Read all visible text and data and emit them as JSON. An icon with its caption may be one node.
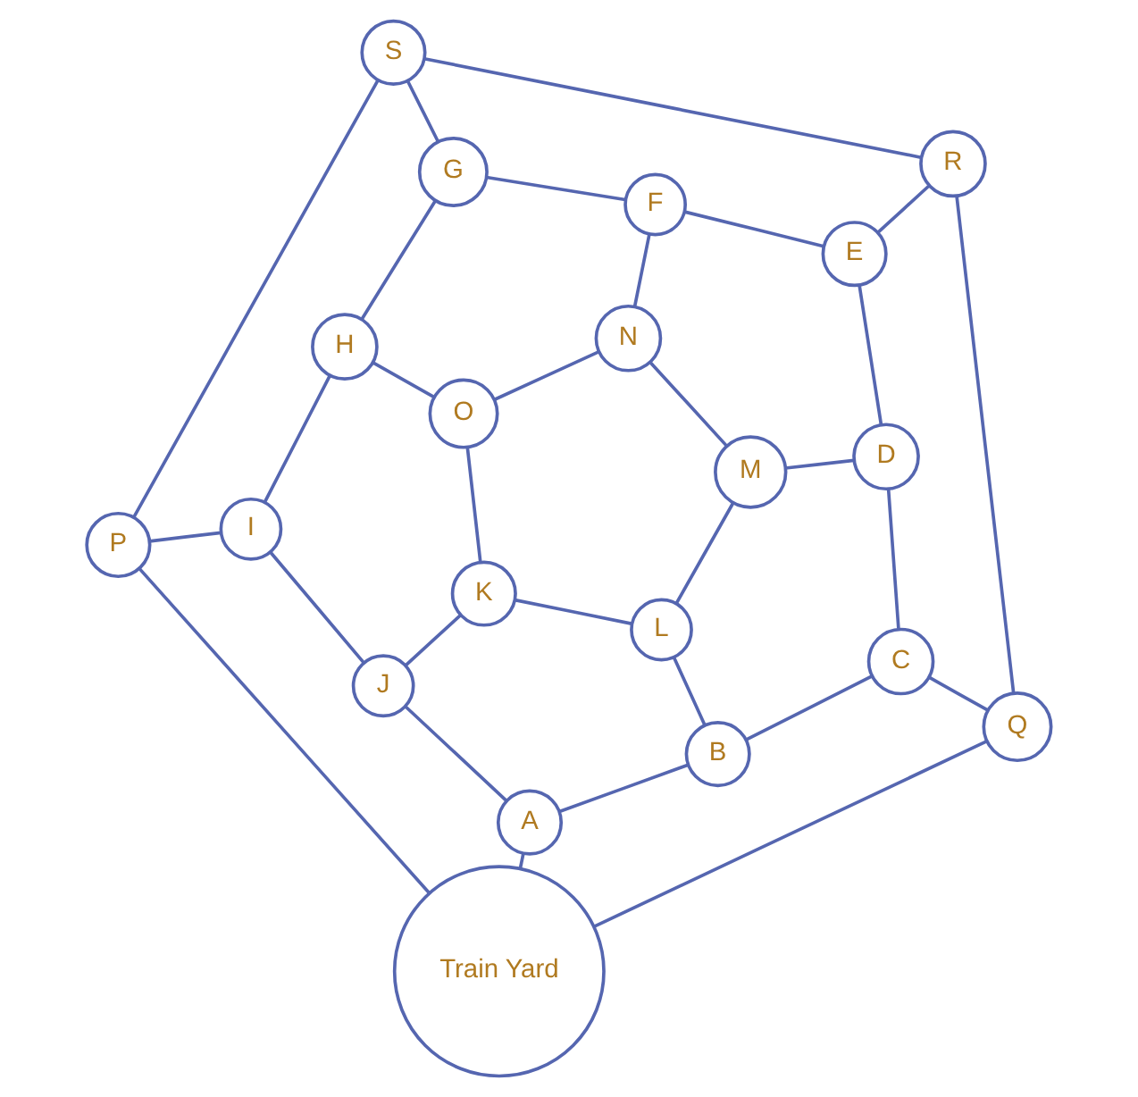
{
  "diagram": {
    "nodes": [
      {
        "text": [
          "Train Yard"
        ]
      },
      {
        "text": [
          "B"
        ]
      },
      {
        "text": [
          "A"
        ]
      },
      {
        "text": [
          "J"
        ]
      },
      {
        "text": [
          "Q"
        ]
      },
      {
        "text": [
          "C"
        ]
      },
      {
        "text": [
          "L"
        ]
      },
      {
        "text": [
          "K"
        ]
      },
      {
        "text": [
          "I"
        ]
      },
      {
        "text": [
          "P"
        ]
      },
      {
        "text": [
          "M"
        ]
      },
      {
        "text": [
          "O"
        ]
      },
      {
        "text": [
          "N"
        ]
      },
      {
        "text": [
          "D"
        ]
      },
      {
        "text": [
          "H"
        ]
      },
      {
        "text": [
          "G"
        ]
      },
      {
        "text": [
          "E"
        ]
      },
      {
        "text": [
          "F"
        ]
      },
      {
        "text": [
          "S"
        ]
      },
      {
        "text": [
          "R"
        ]
      }
    ],
    "edges": [
      {
        "from": 0,
        "to": 9,
        "arrow": "none"
      },
      {
        "from": 9,
        "to": 18,
        "arrow": "none"
      },
      {
        "from": 18,
        "to": 19,
        "arrow": "none"
      },
      {
        "from": 19,
        "to": 4,
        "arrow": "none"
      },
      {
        "from": 4,
        "to": 0,
        "arrow": "none"
      },
      {
        "from": 2,
        "to": 3,
        "arrow": "none"
      },
      {
        "from": 3,
        "to": 8,
        "arrow": "none"
      },
      {
        "from": 8,
        "to": 14,
        "arrow": "none"
      },
      {
        "from": 14,
        "to": 15,
        "arrow": "none"
      },
      {
        "from": 15,
        "to": 17,
        "arrow": "none"
      },
      {
        "from": 17,
        "to": 16,
        "arrow": "none"
      },
      {
        "from": 16,
        "to": 13,
        "arrow": "none"
      },
      {
        "from": 13,
        "to": 5,
        "arrow": "none"
      },
      {
        "from": 5,
        "to": 1,
        "arrow": "none"
      },
      {
        "from": 1,
        "to": 2,
        "arrow": "none"
      },
      {
        "from": 7,
        "to": 11,
        "arrow": "none"
      },
      {
        "from": 11,
        "to": 12,
        "arrow": "none"
      },
      {
        "from": 12,
        "to": 10,
        "arrow": "none"
      },
      {
        "from": 10,
        "to": 6,
        "arrow": "none"
      },
      {
        "from": 6,
        "to": 7,
        "arrow": "none"
      },
      {
        "from": 0,
        "to": 2,
        "arrow": "none"
      },
      {
        "from": 4,
        "to": 5,
        "arrow": "none"
      },
      {
        "from": 1,
        "to": 6,
        "arrow": "none"
      },
      {
        "from": 3,
        "to": 7,
        "arrow": "none"
      },
      {
        "from": 8,
        "to": 9,
        "arrow": "none"
      },
      {
        "from": 11,
        "to": 14,
        "arrow": "none"
      },
      {
        "from": 15,
        "to": 18,
        "arrow": "none"
      },
      {
        "from": 12,
        "to": 17,
        "arrow": "none"
      },
      {
        "from": 10,
        "to": 13,
        "arrow": "none"
      },
      {
        "from": 16,
        "to": 19,
        "arrow": "none"
      }
    ]
  }
}
